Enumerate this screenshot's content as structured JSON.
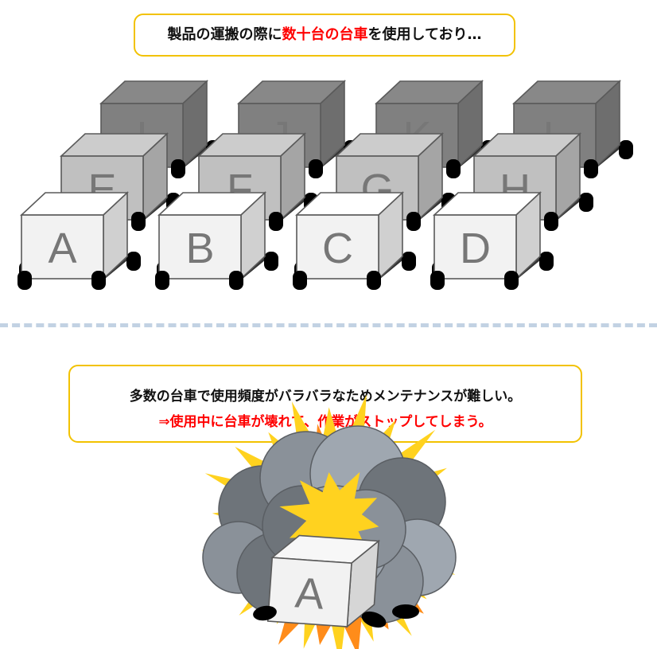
{
  "top_message": {
    "before": "製品の運搬の際に",
    "emphasis": "数十台の台車",
    "after": "を使用しており…"
  },
  "bottom_message": {
    "line1": "多数の台車で使用頻度がバラバラなためメンテナンスが難しい。",
    "line2": "⇒使用中に台車が壊れて、作業がストップしてしまう。"
  },
  "carts": {
    "back_row": [
      "I",
      "J",
      "K",
      "L"
    ],
    "middle_row": [
      "E",
      "F",
      "G",
      "H"
    ],
    "front_row": [
      "A",
      "B",
      "C",
      "D"
    ],
    "broken": "A"
  },
  "colors": {
    "accent_border": "#f2c200",
    "emphasis_text": "#ff0000",
    "divider": "#c2d2e3",
    "cart_front": "#f2f2f2",
    "cart_middle": "#c0c0c0",
    "cart_back": "#808080",
    "explosion_yellow": "#ffd21f",
    "explosion_orange": "#ff8c1a",
    "smoke": "#8a9199"
  }
}
